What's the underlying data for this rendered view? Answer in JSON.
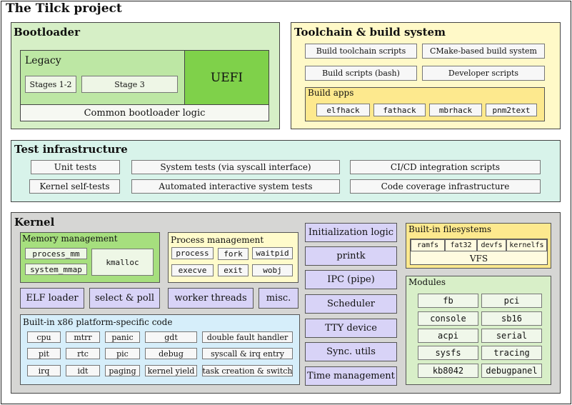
{
  "title": "The Tilck project",
  "bootloader": {
    "title": "Bootloader",
    "legacy": "Legacy",
    "stages12": "Stages 1-2",
    "stage3": "Stage 3",
    "uefi": "UEFI",
    "common": "Common bootloader logic"
  },
  "toolchain": {
    "title": "Toolchain & build system",
    "items": [
      "Build toolchain scripts",
      "CMake-based build system",
      "Build scripts (bash)",
      "Developer scripts"
    ],
    "build_apps": {
      "title": "Build apps",
      "items": [
        "elfhack",
        "fathack",
        "mbrhack",
        "pnm2text"
      ]
    }
  },
  "test": {
    "title": "Test infrastructure",
    "items": [
      "Unit tests",
      "System tests (via syscall interface)",
      "CI/CD integration scripts",
      "Kernel self-tests",
      "Automated interactive system tests",
      "Code coverage infrastructure"
    ]
  },
  "kernel": {
    "title": "Kernel",
    "memory": {
      "title": "Memory management",
      "items": [
        "process_mm",
        "system_mmap",
        "kmalloc"
      ]
    },
    "process": {
      "title": "Process management",
      "items": [
        "process",
        "fork",
        "waitpid",
        "execve",
        "exit",
        "wobj"
      ]
    },
    "misc_row": [
      "ELF loader",
      "select & poll",
      "worker threads",
      "misc."
    ],
    "x86": {
      "title": "Built-in x86 platform-specific code",
      "items": [
        "cpu",
        "mtrr",
        "panic",
        "gdt",
        "double fault handler",
        "pit",
        "rtc",
        "pic",
        "debug",
        "syscall & irq entry",
        "irq",
        "idt",
        "paging",
        "kernel yield",
        "task creation & switch"
      ]
    },
    "middle": [
      "Initialization logic",
      "printk",
      "IPC (pipe)",
      "Scheduler",
      "TTY device",
      "Sync. utils",
      "Time management"
    ],
    "fs": {
      "title": "Built-in filesystems",
      "items": [
        "ramfs",
        "fat32",
        "devfs",
        "kernelfs"
      ],
      "vfs": "VFS"
    },
    "modules": {
      "title": "Modules",
      "items": [
        "fb",
        "pci",
        "console",
        "sb16",
        "acpi",
        "serial",
        "sysfs",
        "tracing",
        "kb8042",
        "debugpanel"
      ]
    }
  },
  "colors": {
    "green": "#d6efc6",
    "uefi_green": "#7fd14a",
    "legacy_green": "#bde7a4",
    "yellow": "#fff9c8",
    "build_apps_yellow": "#fde98e",
    "teal": "#d8f3ea",
    "kernel_gray": "#d6d6d4",
    "purple": "#d8d3f7",
    "blue": "#d6eefa"
  }
}
